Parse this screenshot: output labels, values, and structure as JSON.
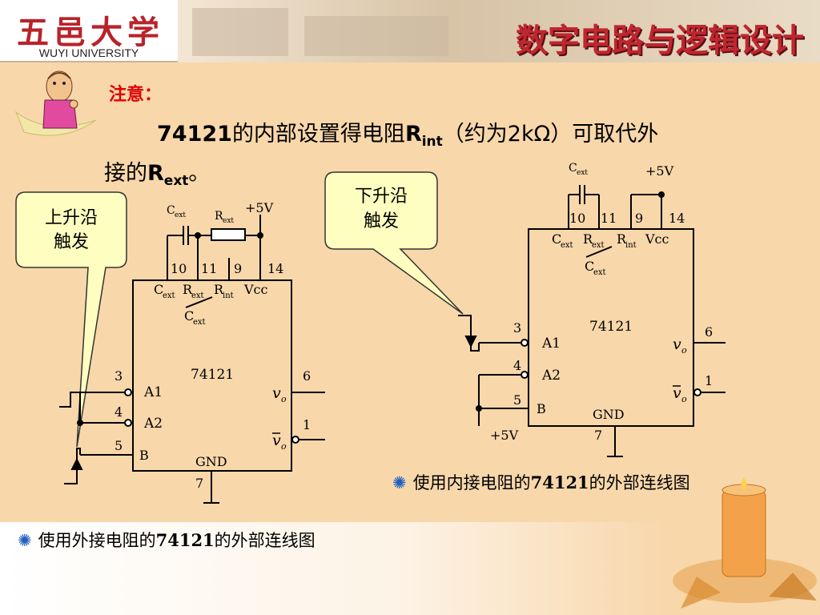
{
  "header": {
    "logo_cn": "五邑大学",
    "logo_en": "WUYI UNIVERSITY",
    "course_title": "数字电路与逻辑设计"
  },
  "note": {
    "label": "注意：",
    "line1_chip": "74121",
    "line1_text": "的内部设置得电阻",
    "r_main": "R",
    "r_int_sub": "int",
    "line1_paren": "（约为2kΩ）可取代外",
    "line2_text": "接的",
    "r_ext_sub": "ext",
    "line2_end": "。"
  },
  "callouts": {
    "rising": [
      "上升沿",
      "触发"
    ],
    "falling": [
      "下升沿",
      "触发"
    ]
  },
  "captions": {
    "internal": "使用内接电阻的",
    "internal_chip": "74121",
    "internal_end": "的外部连线图",
    "external": "使用外接电阻的",
    "external_chip": "74121",
    "external_end": "的外部连线图"
  },
  "chip_left": {
    "name": "74121",
    "pin_top": [
      "10",
      "11",
      "9",
      "14"
    ],
    "c_ext": "C",
    "r_ext": "R",
    "r_int": "R",
    "vcc": "Vcc",
    "c_ext2": "C",
    "sub_ext": "ext",
    "sub_int": "int",
    "pin3": "3",
    "a1": "A1",
    "pin4": "4",
    "a2": "A2",
    "pin5": "5",
    "b": "B",
    "pin6": "6",
    "vo": "v",
    "pin1": "1",
    "vo_bar": "v",
    "sub_o": "o",
    "gnd": "GND",
    "pin7": "7",
    "ext_c_label": "C",
    "ext_r_label": "R",
    "supply": "+5V"
  },
  "chip_right": {
    "name": "74121",
    "pin_top": [
      "10",
      "11",
      "9",
      "14"
    ],
    "c_ext": "C",
    "r_ext": "R",
    "r_int": "R",
    "vcc": "Vcc",
    "c_ext2": "C",
    "sub_ext": "ext",
    "sub_int": "int",
    "pin3": "3",
    "a1": "A1",
    "pin4": "4",
    "a2": "A2",
    "pin5": "5",
    "b": "B",
    "pin6": "6",
    "vo": "v",
    "pin1": "1",
    "vo_bar": "v",
    "sub_o": "o",
    "gnd": "GND",
    "pin7": "7",
    "ext_c_label": "C",
    "supply_top": "+5V",
    "supply_b": "+5V"
  }
}
